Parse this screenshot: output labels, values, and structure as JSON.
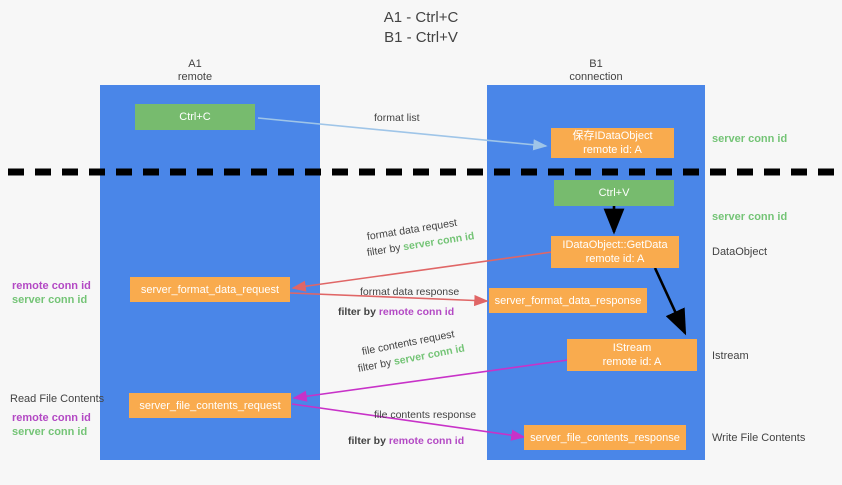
{
  "title": {
    "line1": "A1 - Ctrl+C",
    "line2": "B1 - Ctrl+V"
  },
  "lanes": [
    {
      "name": "A1",
      "sub": "remote"
    },
    {
      "name": "B1",
      "sub": "connection"
    }
  ],
  "boxes": {
    "ctrl_c": {
      "line1": "Ctrl+C",
      "line2": ""
    },
    "save_idataobject": {
      "line1": "保存IDataObject",
      "line2": "remote id: A"
    },
    "ctrl_v": {
      "line1": "Ctrl+V",
      "line2": ""
    },
    "getdata": {
      "line1": "IDataObject::GetData",
      "line2": "remote id: A"
    },
    "server_format_data_request": {
      "line1": "server_format_data_request",
      "line2": ""
    },
    "server_format_data_response": {
      "line1": "server_format_data_response",
      "line2": ""
    },
    "istream": {
      "line1": "IStream",
      "line2": "remote id: A"
    },
    "server_file_contents_request": {
      "line1": "server_file_contents_request",
      "line2": ""
    },
    "server_file_contents_response": {
      "line1": "server_file_contents_response",
      "line2": ""
    }
  },
  "edge_labels": {
    "format_list": "format list",
    "format_data_request": "format data request",
    "format_data_request_filter_prefix": "filter by ",
    "format_data_request_filter_key": "server conn id",
    "format_data_response": "format data response",
    "format_data_response_filter_prefix": "filter by ",
    "format_data_response_filter_key": "remote conn id",
    "file_contents_request": "file contents request",
    "file_contents_request_filter_prefix": "filter by ",
    "file_contents_request_filter_key": "server conn id",
    "file_contents_response": "file contents response",
    "file_contents_response_filter_prefix": "filter by ",
    "file_contents_response_filter_key": "remote conn id"
  },
  "right_labels": {
    "server_conn_id_top": "server conn id",
    "server_conn_id_mid": "server conn id",
    "dataobject": "DataObject",
    "istream": "Istream",
    "write_file_contents": "Write File Contents"
  },
  "left_labels": {
    "remote_conn_id_1": "remote conn id",
    "server_conn_id_1": "server conn id",
    "read_file_contents": "Read File Contents",
    "remote_conn_id_2": "remote conn id",
    "server_conn_id_2": "server conn id"
  },
  "colors": {
    "lane": "#4a86e8",
    "orange": "#f9ab4e",
    "green_box": "#77bb6e",
    "green_text": "#74c476",
    "purple_text": "#b349c4",
    "background": "#f7f7f7",
    "arrow_blue": "#9fc5e8",
    "arrow_red": "#e06666",
    "arrow_magenta": "#c832c8",
    "arrow_black": "#000000",
    "divider": "#000000"
  }
}
